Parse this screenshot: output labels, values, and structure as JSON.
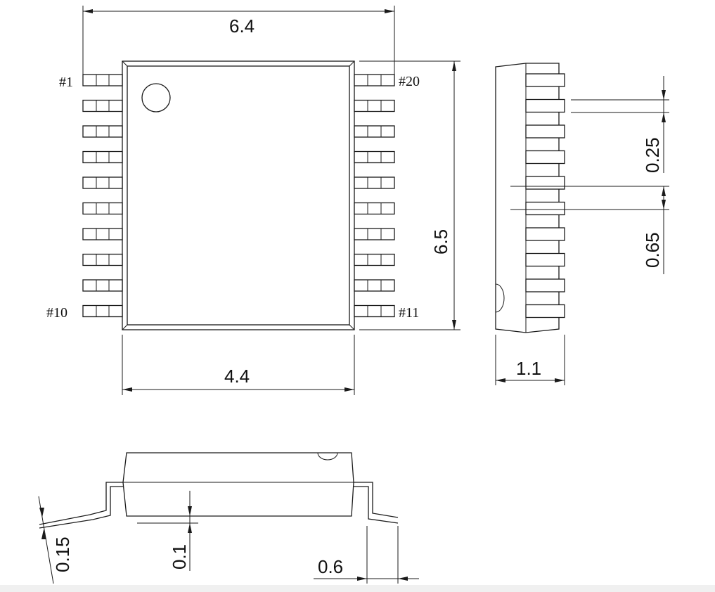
{
  "dimensions": {
    "overall_width": "6.4",
    "body_length": "6.5",
    "body_width": "4.4",
    "height": "1.1",
    "lead_width": "0.25",
    "lead_pitch": "0.65",
    "lead_thickness": "0.15",
    "standoff": "0.1",
    "foot_length": "0.6"
  },
  "pin_labels": {
    "first": "#1",
    "tenth": "#10",
    "eleventh": "#11",
    "twentieth": "#20"
  },
  "colors": {
    "line": "#1a1a1a",
    "background": "#ffffff"
  }
}
